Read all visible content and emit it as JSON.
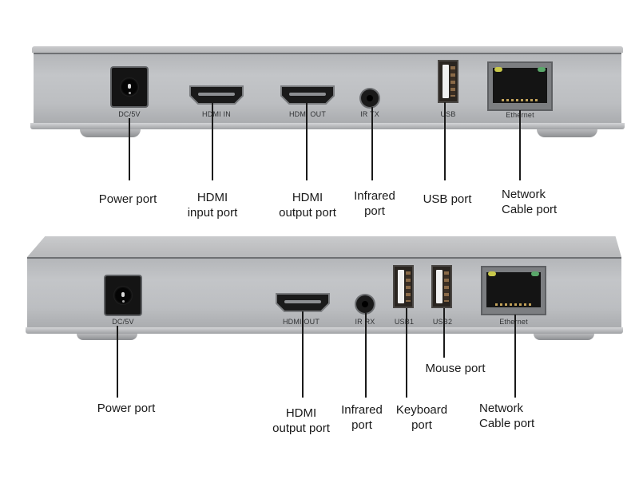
{
  "diagrams": [
    {
      "name": "transmitter",
      "ports": [
        {
          "id": "dc",
          "printed_label": "DC/5V",
          "callout": [
            "Power port"
          ]
        },
        {
          "id": "hdmi-in",
          "printed_label": "HDMI IN",
          "callout": [
            "HDMI",
            "input port"
          ]
        },
        {
          "id": "hdmi-out",
          "printed_label": "HDMI OUT",
          "callout": [
            "HDMI",
            "output port"
          ]
        },
        {
          "id": "ir",
          "printed_label": "IR TX",
          "callout": [
            "Infrared",
            "port"
          ]
        },
        {
          "id": "usb",
          "printed_label": "USB",
          "callout": [
            "USB port"
          ]
        },
        {
          "id": "ethernet",
          "printed_label": "Ethernet",
          "callout": [
            "Network",
            "Cable port"
          ]
        }
      ]
    },
    {
      "name": "receiver",
      "ports": [
        {
          "id": "dc",
          "printed_label": "DC/5V",
          "callout": [
            "Power port"
          ]
        },
        {
          "id": "hdmi-out",
          "printed_label": "HDMI OUT",
          "callout": [
            "HDMI",
            "output port"
          ]
        },
        {
          "id": "ir",
          "printed_label": "IR RX",
          "callout": [
            "Infrared",
            "port"
          ]
        },
        {
          "id": "usb1",
          "printed_label": "USB1",
          "callout": [
            "Keyboard",
            "port"
          ]
        },
        {
          "id": "usb2",
          "printed_label": "USB2",
          "callout": [
            "Mouse port"
          ]
        },
        {
          "id": "ethernet",
          "printed_label": "Ethernet",
          "callout": [
            "Network",
            "Cable port"
          ]
        }
      ]
    }
  ]
}
